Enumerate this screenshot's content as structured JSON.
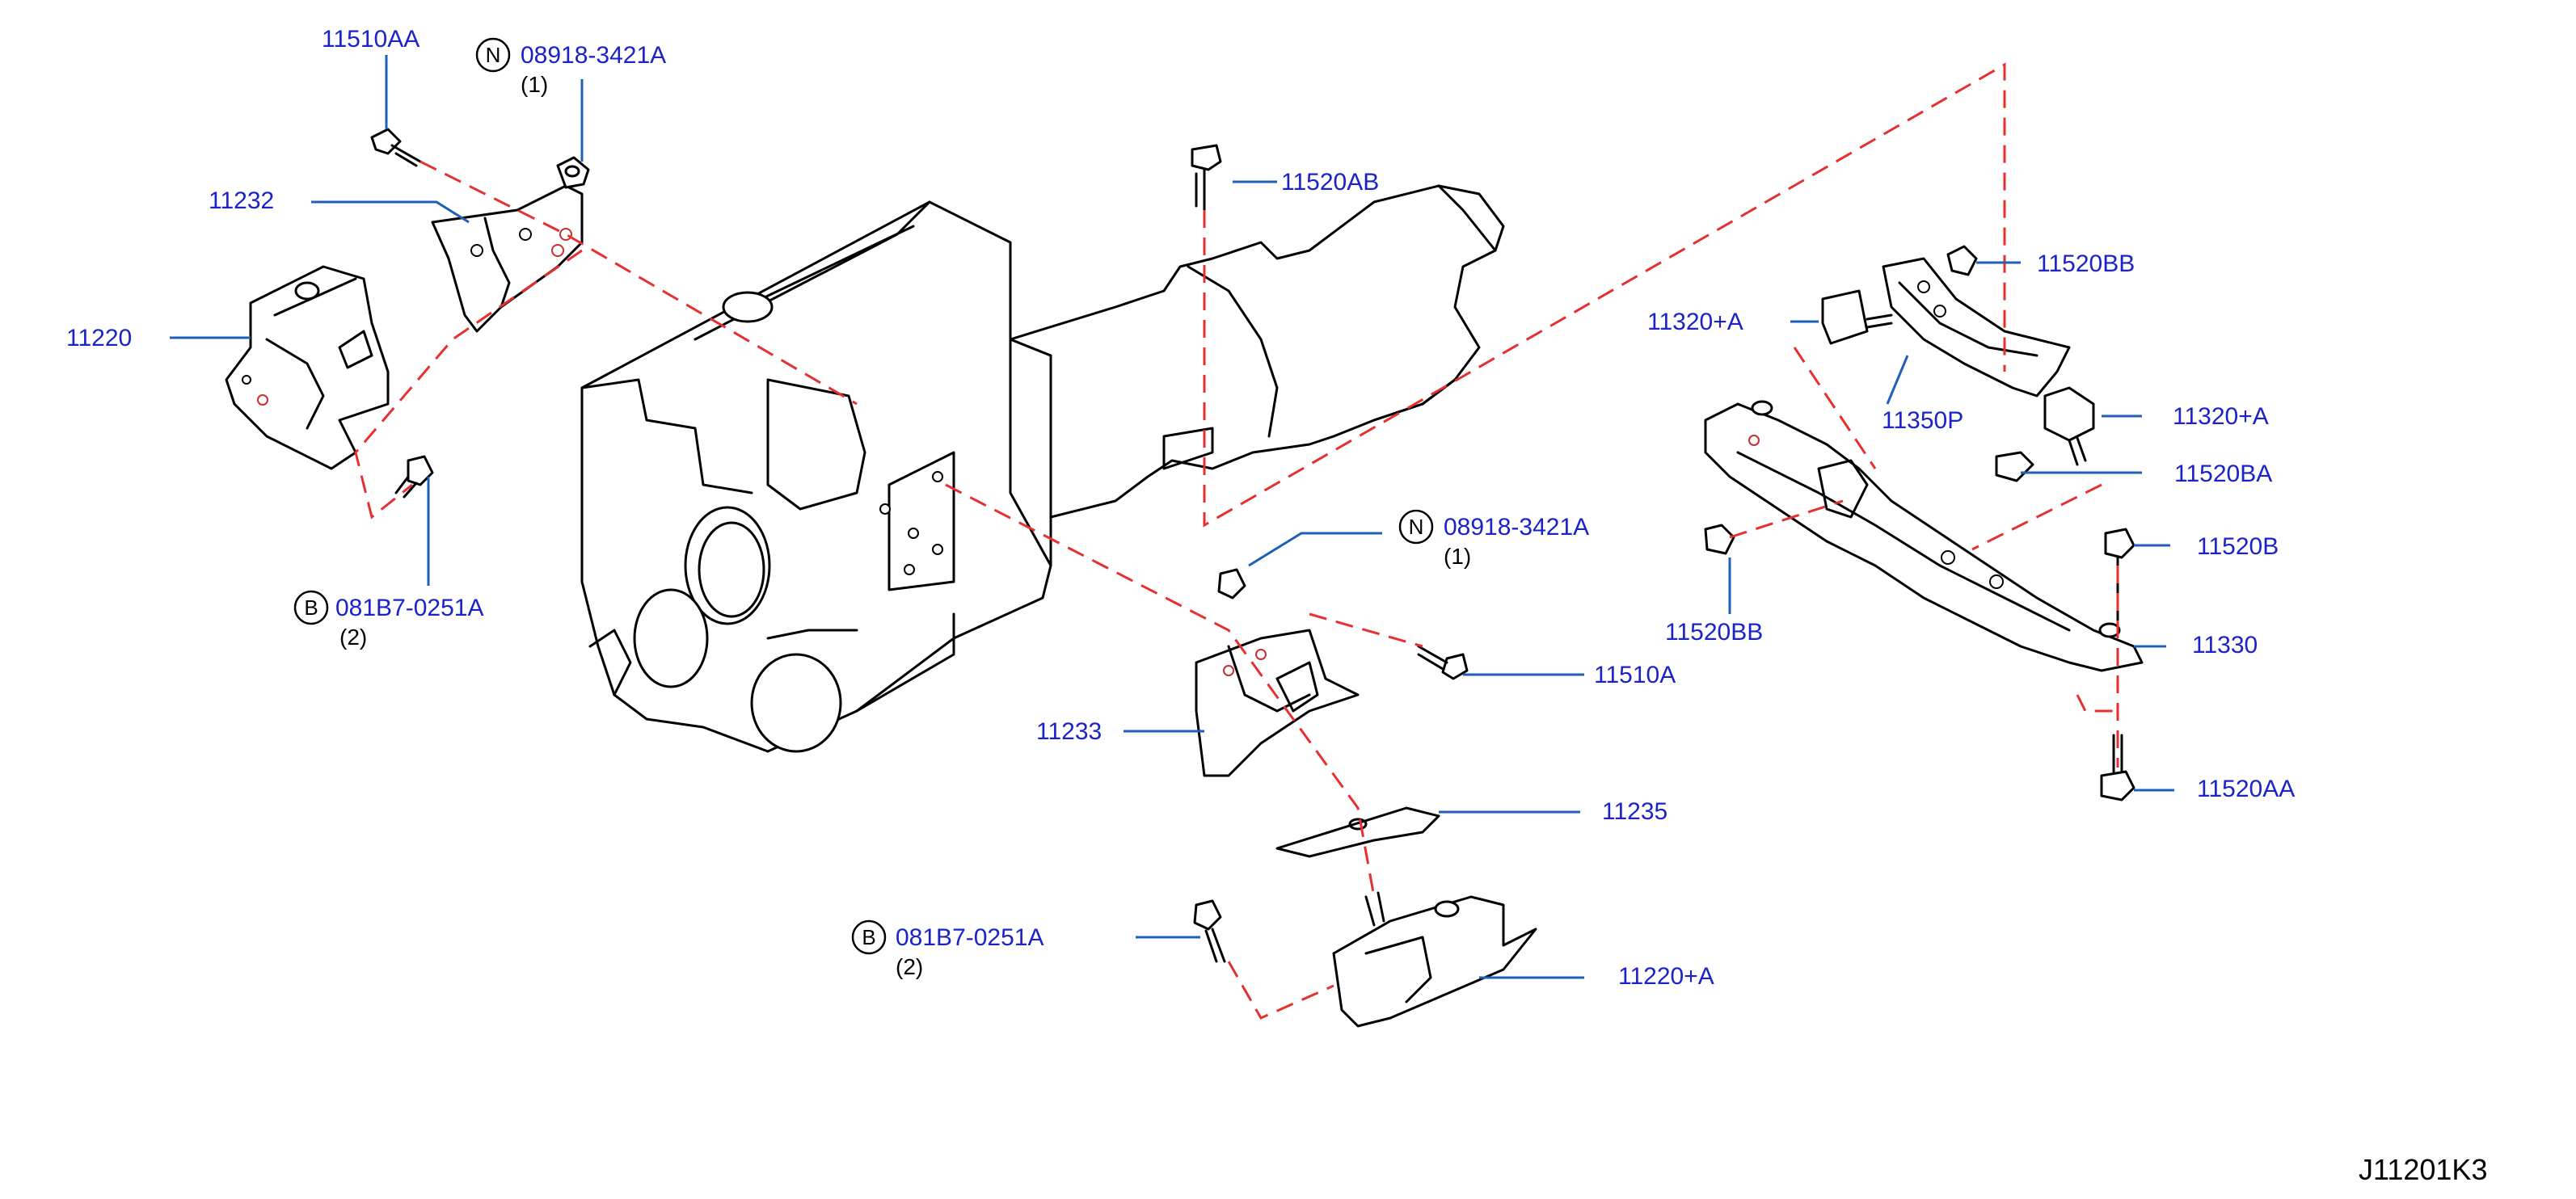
{
  "diagram_ref": "J11201K3",
  "callouts": {
    "p11510AA": {
      "label": "11510AA"
    },
    "n_top": {
      "symbol": "N",
      "label": "08918-3421A",
      "qty": "(1)"
    },
    "p11232": {
      "label": "11232"
    },
    "p11220": {
      "label": "11220"
    },
    "b_left": {
      "symbol": "B",
      "label": "081B7-0251A",
      "qty": "(2)"
    },
    "p11520AB": {
      "label": "11520AB"
    },
    "n_mid": {
      "symbol": "N",
      "label": "08918-3421A",
      "qty": "(1)"
    },
    "p11510A": {
      "label": "11510A"
    },
    "p11233": {
      "label": "11233"
    },
    "p11235": {
      "label": "11235"
    },
    "b_mid": {
      "symbol": "B",
      "label": "081B7-0251A",
      "qty": "(2)"
    },
    "p11220A": {
      "label": "11220+A"
    },
    "p11520BB": {
      "label": "11520BB"
    },
    "p11320A_left": {
      "label": "11320+A"
    },
    "p11350P": {
      "label": "11350P"
    },
    "p11320A_right": {
      "label": "11320+A"
    },
    "p11520BA": {
      "label": "11520BA"
    },
    "p11520B": {
      "label": "11520B"
    },
    "p11520BB_low": {
      "label": "11520BB"
    },
    "p11330": {
      "label": "11330"
    },
    "p11520AA": {
      "label": "11520AA"
    }
  }
}
